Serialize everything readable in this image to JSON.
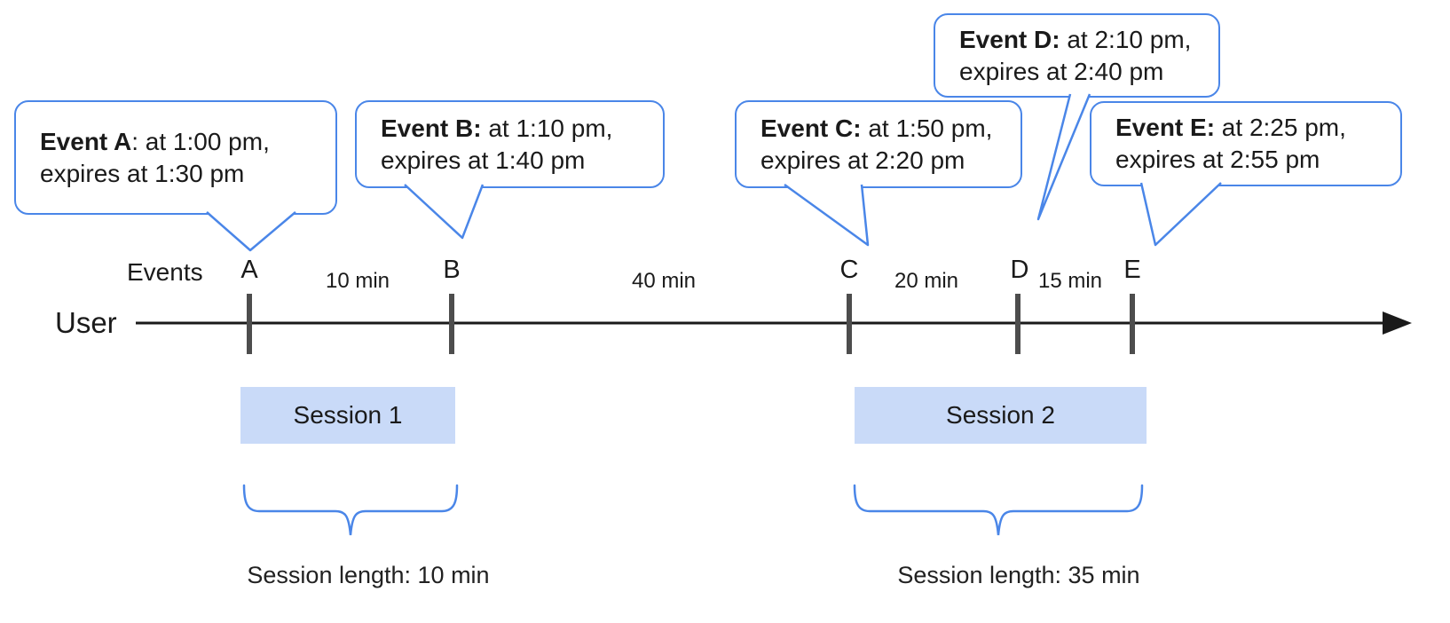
{
  "axis": {
    "events_label": "Events",
    "user_label": "User"
  },
  "events": [
    {
      "id": "A",
      "bubble_bold": "Event A",
      "bubble_rest": ": at 1:00 pm,",
      "bubble_line2": "expires at 1:30 pm",
      "tick_label": "A"
    },
    {
      "id": "B",
      "bubble_bold": "Event B:",
      "bubble_rest": " at 1:10 pm,",
      "bubble_line2": "expires at 1:40 pm",
      "tick_label": "B"
    },
    {
      "id": "C",
      "bubble_bold": "Event C:",
      "bubble_rest": " at 1:50 pm,",
      "bubble_line2": "expires at 2:20 pm",
      "tick_label": "C"
    },
    {
      "id": "D",
      "bubble_bold": "Event D:",
      "bubble_rest": " at 2:10 pm,",
      "bubble_line2": "expires at 2:40 pm",
      "tick_label": "D"
    },
    {
      "id": "E",
      "bubble_bold": "Event E:",
      "bubble_rest": " at 2:25 pm,",
      "bubble_line2": "expires at 2:55 pm",
      "tick_label": "E"
    }
  ],
  "intervals": [
    {
      "label": "10 min"
    },
    {
      "label": "40 min"
    },
    {
      "label": "20 min"
    },
    {
      "label": "15 min"
    }
  ],
  "sessions": [
    {
      "label": "Session 1",
      "length_label": "Session length: 10 min"
    },
    {
      "label": "Session 2",
      "length_label": "Session length: 35 min"
    }
  ],
  "colors": {
    "bubble_border": "#4a86e8",
    "brace": "#4a86e8",
    "session_fill": "#c9daf8",
    "axis_line": "#1a1a1a",
    "tick_mark": "#4d4d4d",
    "text": "#1a1a1a"
  }
}
